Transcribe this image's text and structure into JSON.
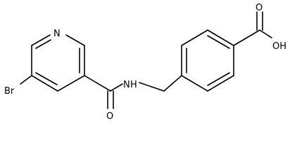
{
  "molecule": {
    "atoms": {
      "pyridine_n": "N",
      "bromine": "Br",
      "amide_n": "N",
      "amide_h": "H",
      "amide_o": "O",
      "acid_oh": "OH",
      "acid_o": "O"
    }
  }
}
